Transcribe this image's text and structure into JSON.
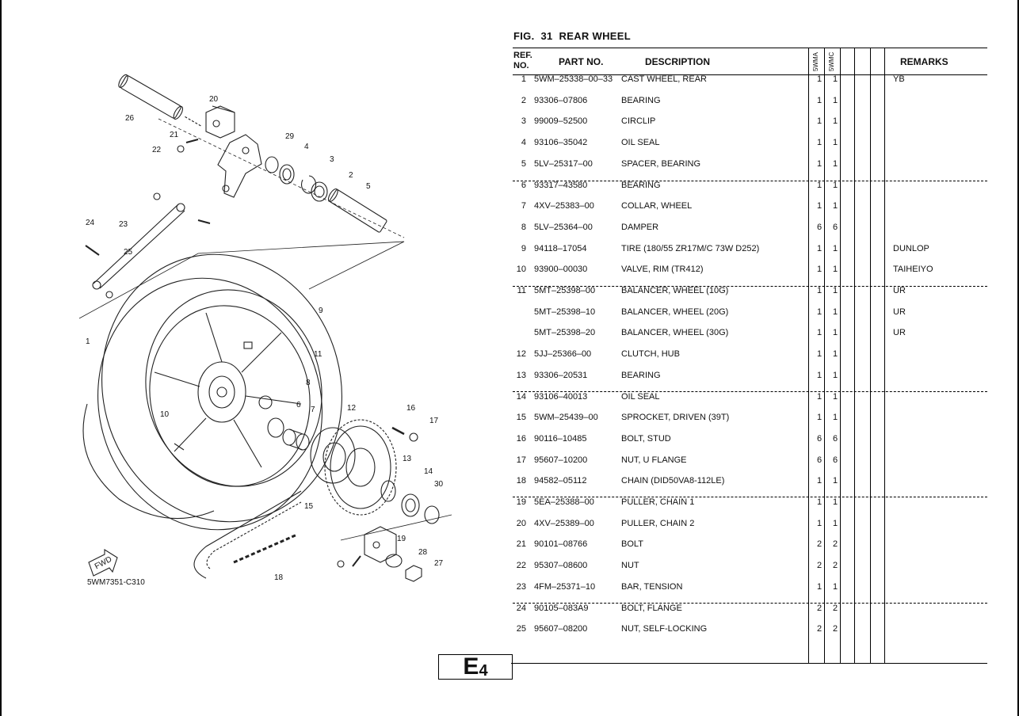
{
  "figure": {
    "fig_label": "FIG.",
    "fig_number": "31",
    "title": "REAR WHEEL",
    "diagram_code": "5WM7351-C310",
    "fwd_label": "FWD"
  },
  "headers": {
    "ref_no_1": "REF.",
    "ref_no_2": "NO.",
    "part_no": "PART NO.",
    "description": "DESCRIPTION",
    "model_1": "5WMA",
    "model_2": "5WMC",
    "remarks": "REMARKS"
  },
  "parts": [
    {
      "ref": "1",
      "part": "5WM–25338–00–33",
      "desc": "CAST WHEEL, REAR",
      "q1": "1",
      "q2": "1",
      "remarks": "YB"
    },
    {
      "ref": "2",
      "part": "93306–07806",
      "desc": "BEARING",
      "q1": "1",
      "q2": "1",
      "remarks": ""
    },
    {
      "ref": "3",
      "part": "99009–52500",
      "desc": "CIRCLIP",
      "q1": "1",
      "q2": "1",
      "remarks": ""
    },
    {
      "ref": "4",
      "part": "93106–35042",
      "desc": "OIL SEAL",
      "q1": "1",
      "q2": "1",
      "remarks": ""
    },
    {
      "ref": "5",
      "part": "5LV–25317–00",
      "desc": "SPACER, BEARING",
      "q1": "1",
      "q2": "1",
      "remarks": ""
    },
    {
      "ref": "6",
      "part": "93317–43580",
      "desc": "BEARING",
      "q1": "1",
      "q2": "1",
      "remarks": ""
    },
    {
      "ref": "7",
      "part": "4XV–25383–00",
      "desc": "COLLAR, WHEEL",
      "q1": "1",
      "q2": "1",
      "remarks": ""
    },
    {
      "ref": "8",
      "part": "5LV–25364–00",
      "desc": "DAMPER",
      "q1": "6",
      "q2": "6",
      "remarks": ""
    },
    {
      "ref": "9",
      "part": "94118–17054",
      "desc": "TIRE (180/55 ZR17M/C 73W D252)",
      "q1": "1",
      "q2": "1",
      "remarks": "DUNLOP"
    },
    {
      "ref": "10",
      "part": "93900–00030",
      "desc": "VALVE, RIM (TR412)",
      "q1": "1",
      "q2": "1",
      "remarks": "TAIHEIYO"
    },
    {
      "ref": "11",
      "part": "5MT–25398–00",
      "desc": "BALANCER, WHEEL (10G)",
      "q1": "1",
      "q2": "1",
      "remarks": "UR"
    },
    {
      "ref": "",
      "part": "5MT–25398–10",
      "desc": "BALANCER, WHEEL (20G)",
      "q1": "1",
      "q2": "1",
      "remarks": "UR"
    },
    {
      "ref": "",
      "part": "5MT–25398–20",
      "desc": "BALANCER, WHEEL (30G)",
      "q1": "1",
      "q2": "1",
      "remarks": "UR"
    },
    {
      "ref": "12",
      "part": "5JJ–25366–00",
      "desc": "CLUTCH, HUB",
      "q1": "1",
      "q2": "1",
      "remarks": ""
    },
    {
      "ref": "13",
      "part": "93306–20531",
      "desc": "BEARING",
      "q1": "1",
      "q2": "1",
      "remarks": ""
    },
    {
      "ref": "14",
      "part": "93106–40013",
      "desc": "OIL SEAL",
      "q1": "1",
      "q2": "1",
      "remarks": ""
    },
    {
      "ref": "15",
      "part": "5WM–25439–00",
      "desc": "SPROCKET, DRIVEN (39T)",
      "q1": "1",
      "q2": "1",
      "remarks": ""
    },
    {
      "ref": "16",
      "part": "90116–10485",
      "desc": "BOLT, STUD",
      "q1": "6",
      "q2": "6",
      "remarks": ""
    },
    {
      "ref": "17",
      "part": "95607–10200",
      "desc": "NUT, U FLANGE",
      "q1": "6",
      "q2": "6",
      "remarks": ""
    },
    {
      "ref": "18",
      "part": "94582–05112",
      "desc": "CHAIN (DID50VA8-112LE)",
      "q1": "1",
      "q2": "1",
      "remarks": ""
    },
    {
      "ref": "19",
      "part": "5EA–25388–00",
      "desc": "PULLER, CHAIN 1",
      "q1": "1",
      "q2": "1",
      "remarks": ""
    },
    {
      "ref": "20",
      "part": "4XV–25389–00",
      "desc": "PULLER, CHAIN 2",
      "q1": "1",
      "q2": "1",
      "remarks": ""
    },
    {
      "ref": "21",
      "part": "90101–08766",
      "desc": "BOLT",
      "q1": "2",
      "q2": "2",
      "remarks": ""
    },
    {
      "ref": "22",
      "part": "95307–08600",
      "desc": "NUT",
      "q1": "2",
      "q2": "2",
      "remarks": ""
    },
    {
      "ref": "23",
      "part": "4FM–25371–10",
      "desc": "BAR, TENSION",
      "q1": "1",
      "q2": "1",
      "remarks": ""
    },
    {
      "ref": "24",
      "part": "90105–083A9",
      "desc": "BOLT, FLANGE",
      "q1": "2",
      "q2": "2",
      "remarks": ""
    },
    {
      "ref": "25",
      "part": "95607–08200",
      "desc": "NUT, SELF-LOCKING",
      "q1": "2",
      "q2": "2",
      "remarks": ""
    }
  ],
  "callouts": [
    "1",
    "2",
    "3",
    "4",
    "5",
    "6",
    "7",
    "8",
    "9",
    "10",
    "11",
    "12",
    "13",
    "14",
    "15",
    "16",
    "17",
    "18",
    "19",
    "20",
    "21",
    "22",
    "23",
    "24",
    "25",
    "26",
    "27",
    "28",
    "29",
    "30"
  ],
  "page_tag": {
    "letter": "E",
    "number": "4"
  }
}
